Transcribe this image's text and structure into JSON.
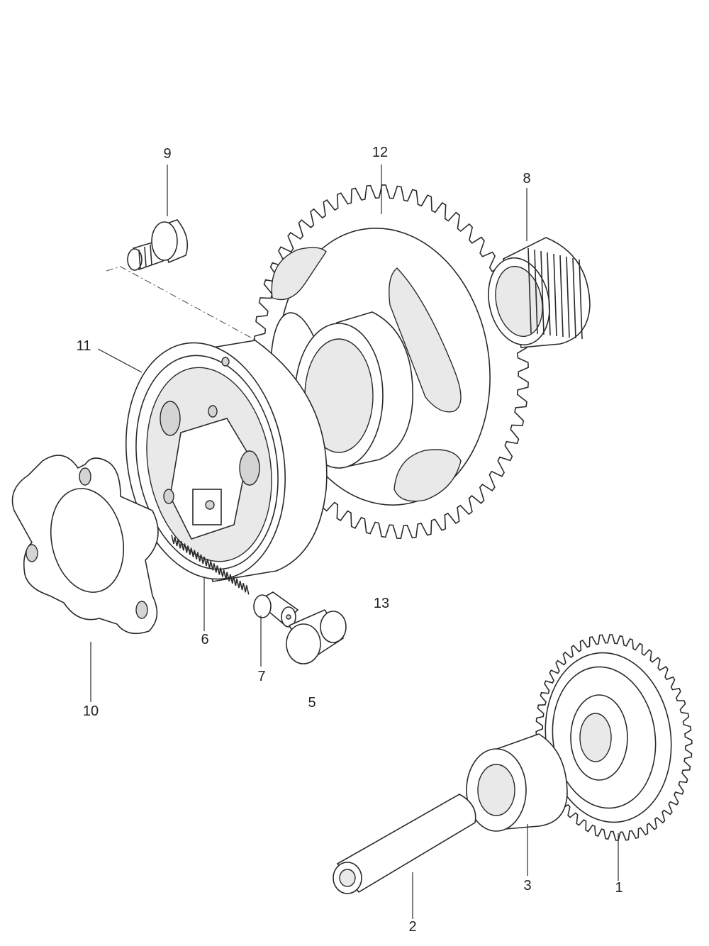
{
  "diagram": {
    "parts": [
      {
        "id": "1",
        "label": "1"
      },
      {
        "id": "2",
        "label": "2"
      },
      {
        "id": "3",
        "label": "3"
      },
      {
        "id": "5",
        "label": "5"
      },
      {
        "id": "6",
        "label": "6"
      },
      {
        "id": "7",
        "label": "7"
      },
      {
        "id": "8",
        "label": "8"
      },
      {
        "id": "9",
        "label": "9"
      },
      {
        "id": "10",
        "label": "10"
      },
      {
        "id": "11",
        "label": "11"
      },
      {
        "id": "12",
        "label": "12"
      },
      {
        "id": "13",
        "label": "13"
      }
    ]
  }
}
